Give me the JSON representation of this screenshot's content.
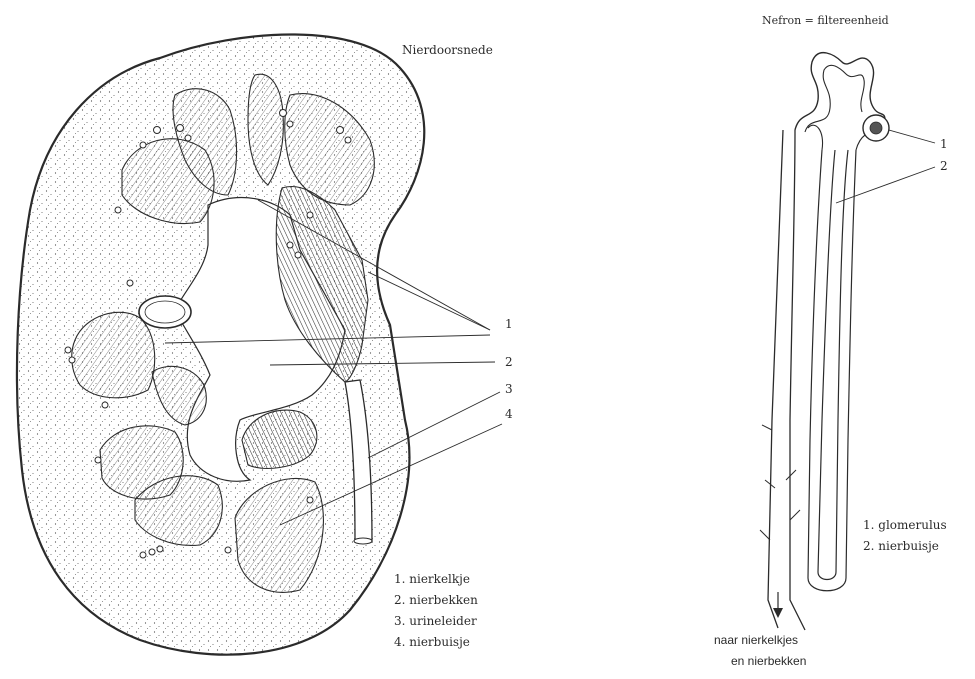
{
  "kidney": {
    "title": "Nierdoorsnede",
    "callouts": [
      "1",
      "2",
      "3",
      "4"
    ],
    "legend": [
      "1. nierkelkje",
      "2. nierbekken",
      "3. urineleider",
      "4. nierbuisje"
    ]
  },
  "nephron": {
    "title": "Nefron = filtereenheid",
    "callouts": [
      "1",
      "2"
    ],
    "legend": [
      "1. glomerulus",
      "2. nierbuisje"
    ],
    "outflow_label": [
      "naar nierkelkjes",
      "en nierbekken"
    ]
  },
  "colors": {
    "ink": "#2b2b2b",
    "paper": "#ffffff",
    "hatch_dark": "#555555"
  }
}
